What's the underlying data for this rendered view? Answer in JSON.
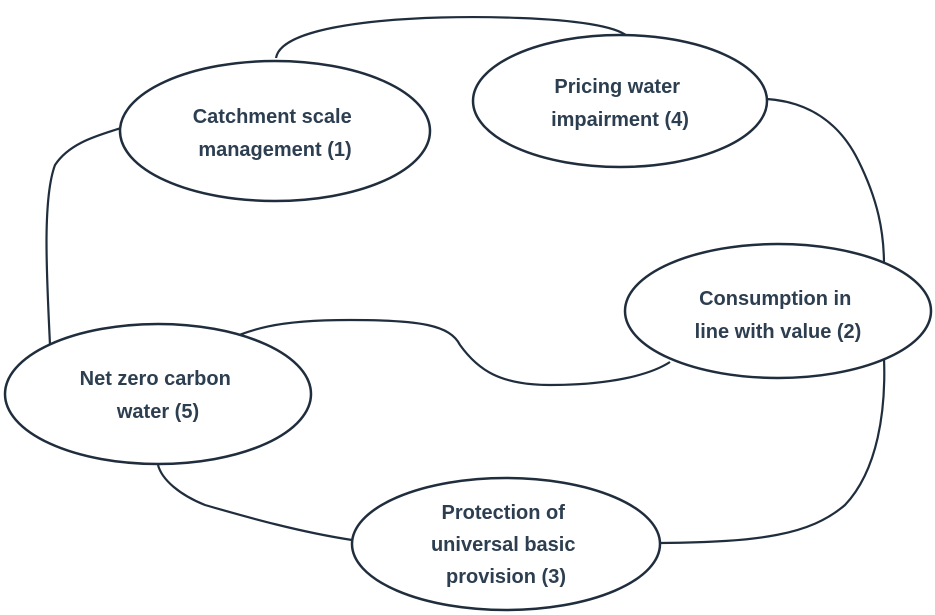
{
  "diagram": {
    "nodes": [
      {
        "id": "n1",
        "lines": [
          "Catchment scale",
          "management (1)"
        ]
      },
      {
        "id": "n4",
        "lines": [
          "Pricing water",
          "impairment (4)"
        ]
      },
      {
        "id": "n2",
        "lines": [
          "Consumption in",
          "line with value (2)"
        ]
      },
      {
        "id": "n5",
        "lines": [
          "Net zero carbon",
          "water (5)"
        ]
      },
      {
        "id": "n3",
        "lines": [
          "Protection of",
          "universal basic",
          "provision (3)"
        ]
      }
    ],
    "colors": {
      "stroke": "#1f2d3d",
      "text": "#2c3e50",
      "fill": "#ffffff"
    }
  }
}
